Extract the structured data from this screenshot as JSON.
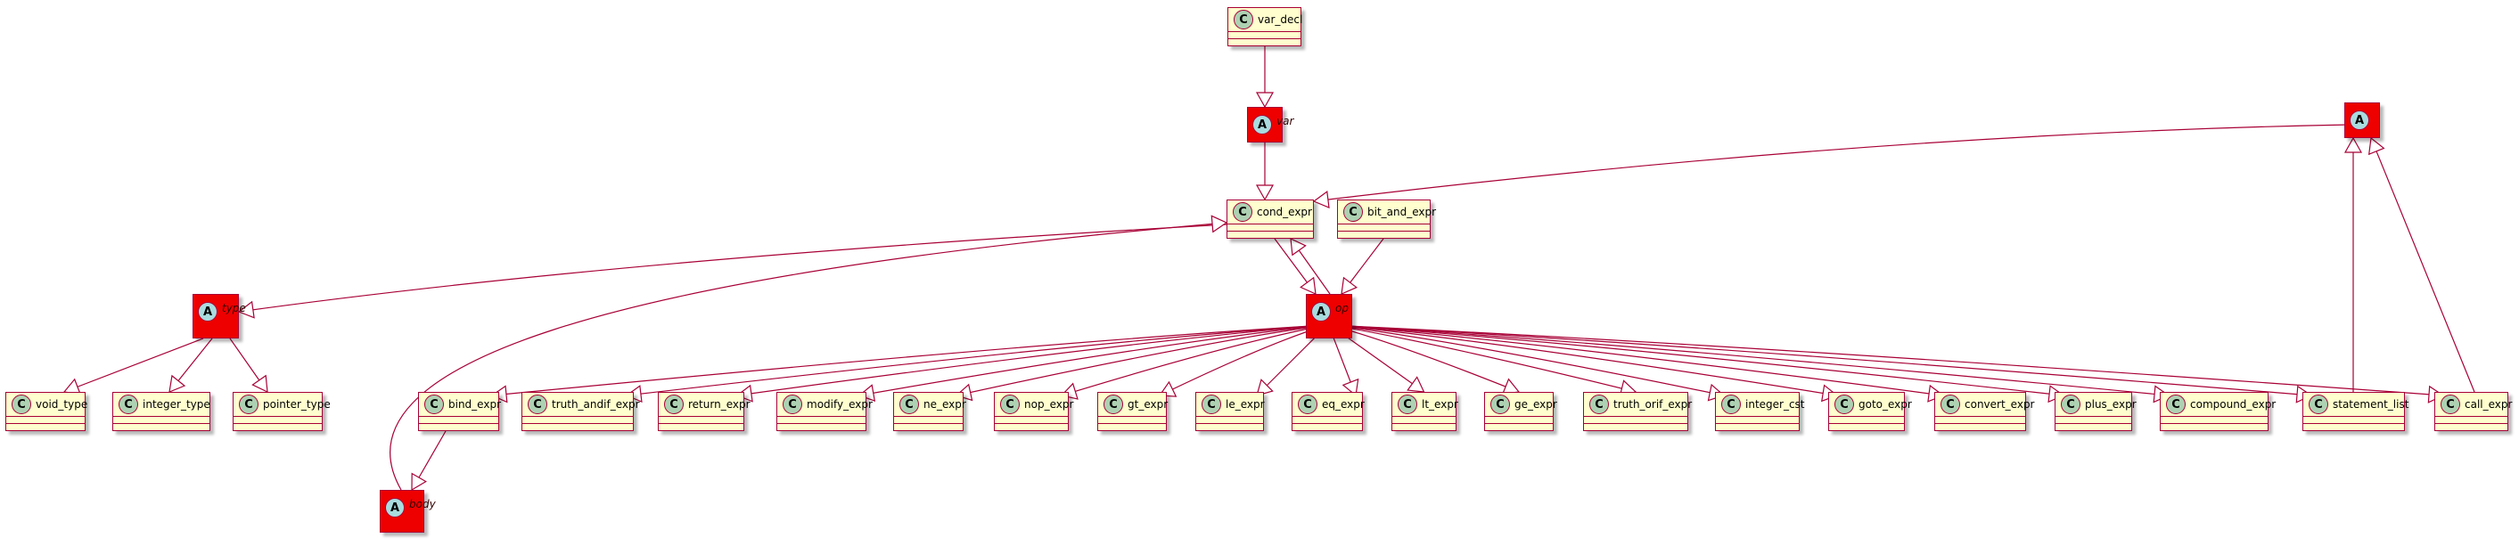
{
  "diagram": {
    "background": "#ffffff",
    "edge_color": "#A80036",
    "class_fill": "#FEFECE",
    "abstract_fill": "#ee0000",
    "nodes": [
      {
        "id": "var_decl",
        "label": "var_decl",
        "kind": "class"
      },
      {
        "id": "var",
        "label": "var",
        "kind": "abstract"
      },
      {
        "id": "anon_top",
        "label": "",
        "kind": "abstract"
      },
      {
        "id": "cond_expr",
        "label": "cond_expr",
        "kind": "class"
      },
      {
        "id": "bit_and_expr",
        "label": "bit_and_expr",
        "kind": "class"
      },
      {
        "id": "type",
        "label": "type",
        "kind": "abstract"
      },
      {
        "id": "op",
        "label": "op",
        "kind": "abstract"
      },
      {
        "id": "void_type",
        "label": "void_type",
        "kind": "class"
      },
      {
        "id": "integer_type",
        "label": "integer_type",
        "kind": "class"
      },
      {
        "id": "pointer_type",
        "label": "pointer_type",
        "kind": "class"
      },
      {
        "id": "bind_expr",
        "label": "bind_expr",
        "kind": "class"
      },
      {
        "id": "truth_andif_expr",
        "label": "truth_andif_expr",
        "kind": "class"
      },
      {
        "id": "return_expr",
        "label": "return_expr",
        "kind": "class"
      },
      {
        "id": "modify_expr",
        "label": "modify_expr",
        "kind": "class"
      },
      {
        "id": "ne_expr",
        "label": "ne_expr",
        "kind": "class"
      },
      {
        "id": "nop_expr",
        "label": "nop_expr",
        "kind": "class"
      },
      {
        "id": "gt_expr",
        "label": "gt_expr",
        "kind": "class"
      },
      {
        "id": "le_expr",
        "label": "le_expr",
        "kind": "class"
      },
      {
        "id": "eq_expr",
        "label": "eq_expr",
        "kind": "class"
      },
      {
        "id": "lt_expr",
        "label": "lt_expr",
        "kind": "class"
      },
      {
        "id": "ge_expr",
        "label": "ge_expr",
        "kind": "class"
      },
      {
        "id": "truth_orif_expr",
        "label": "truth_orif_expr",
        "kind": "class"
      },
      {
        "id": "integer_cst",
        "label": "integer_cst",
        "kind": "class"
      },
      {
        "id": "goto_expr",
        "label": "goto_expr",
        "kind": "class"
      },
      {
        "id": "convert_expr",
        "label": "convert_expr",
        "kind": "class"
      },
      {
        "id": "plus_expr",
        "label": "plus_expr",
        "kind": "class"
      },
      {
        "id": "compound_expr",
        "label": "compound_expr",
        "kind": "class"
      },
      {
        "id": "statement_list",
        "label": "statement_list",
        "kind": "class"
      },
      {
        "id": "call_expr",
        "label": "call_expr",
        "kind": "class"
      },
      {
        "id": "body",
        "label": "body",
        "kind": "abstract"
      }
    ],
    "edges": [
      {
        "from": "var_decl",
        "to": "var"
      },
      {
        "from": "var",
        "to": "cond_expr"
      },
      {
        "from": "anon_top",
        "to": "cond_expr"
      },
      {
        "from": "cond_expr",
        "to": "op"
      },
      {
        "from": "op",
        "to": "cond_expr"
      },
      {
        "from": "bit_and_expr",
        "to": "op"
      },
      {
        "from": "cond_expr",
        "to": "type"
      },
      {
        "from": "body",
        "to": "cond_expr"
      },
      {
        "from": "type",
        "to": "void_type"
      },
      {
        "from": "type",
        "to": "integer_type"
      },
      {
        "from": "type",
        "to": "pointer_type"
      },
      {
        "from": "op",
        "to": "bind_expr"
      },
      {
        "from": "op",
        "to": "truth_andif_expr"
      },
      {
        "from": "op",
        "to": "return_expr"
      },
      {
        "from": "op",
        "to": "modify_expr"
      },
      {
        "from": "op",
        "to": "ne_expr"
      },
      {
        "from": "op",
        "to": "nop_expr"
      },
      {
        "from": "op",
        "to": "gt_expr"
      },
      {
        "from": "op",
        "to": "le_expr"
      },
      {
        "from": "op",
        "to": "eq_expr"
      },
      {
        "from": "op",
        "to": "lt_expr"
      },
      {
        "from": "op",
        "to": "ge_expr"
      },
      {
        "from": "op",
        "to": "truth_orif_expr"
      },
      {
        "from": "op",
        "to": "integer_cst"
      },
      {
        "from": "op",
        "to": "goto_expr"
      },
      {
        "from": "op",
        "to": "convert_expr"
      },
      {
        "from": "op",
        "to": "plus_expr"
      },
      {
        "from": "op",
        "to": "compound_expr"
      },
      {
        "from": "op",
        "to": "statement_list"
      },
      {
        "from": "op",
        "to": "call_expr"
      },
      {
        "from": "bind_expr",
        "to": "body"
      },
      {
        "from": "statement_list",
        "to": "anon_top"
      },
      {
        "from": "call_expr",
        "to": "anon_top"
      }
    ]
  }
}
